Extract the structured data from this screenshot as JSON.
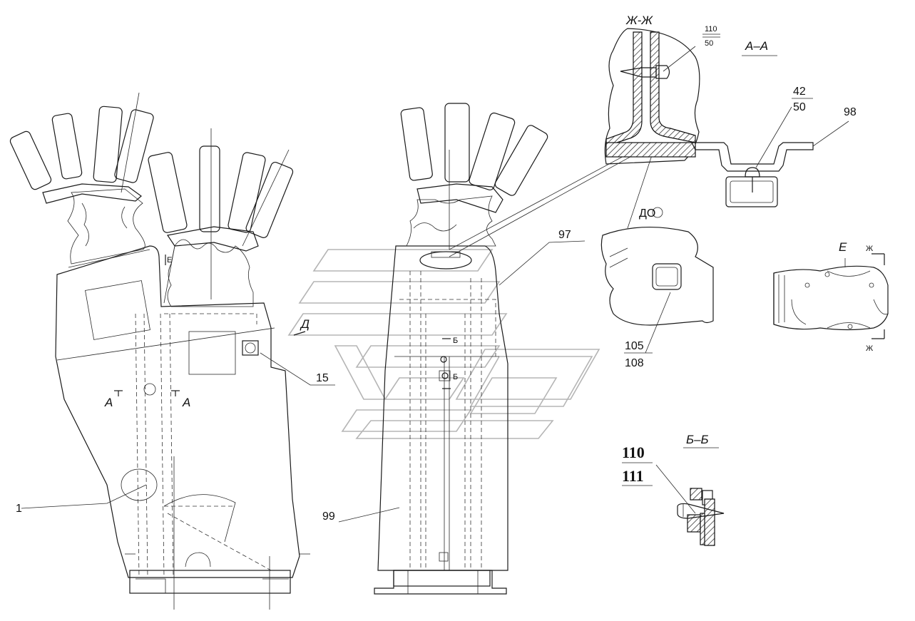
{
  "labels": {
    "part_1": "1",
    "part_15": "15",
    "part_97": "97",
    "part_98": "98",
    "part_99": "99",
    "part_105": "105",
    "part_108": "108",
    "sec_aa_left": "A",
    "sec_aa_right": "A",
    "sec_e": "E",
    "view_d": "Д",
    "sec_b_top": "Б",
    "sec_b_bottom": "Б",
    "view_d_callout": "ДО",
    "title_zh_zh": "Ж-Ж",
    "title_a_a": "А–А",
    "title_b_b": "Б–Б",
    "weld_zh_num": "110",
    "weld_zh_den": "50",
    "weld_aa_num": "42",
    "weld_aa_den": "50",
    "weld_bb_num": "110",
    "weld_bb_den": "111",
    "sec_e_side": "Е",
    "sec_zh_top": "Ж",
    "sec_zh_bottom": "Ж"
  },
  "colors": {
    "line": "#1a1a1a",
    "watermark": "#b5b5b5",
    "background": "#ffffff"
  }
}
